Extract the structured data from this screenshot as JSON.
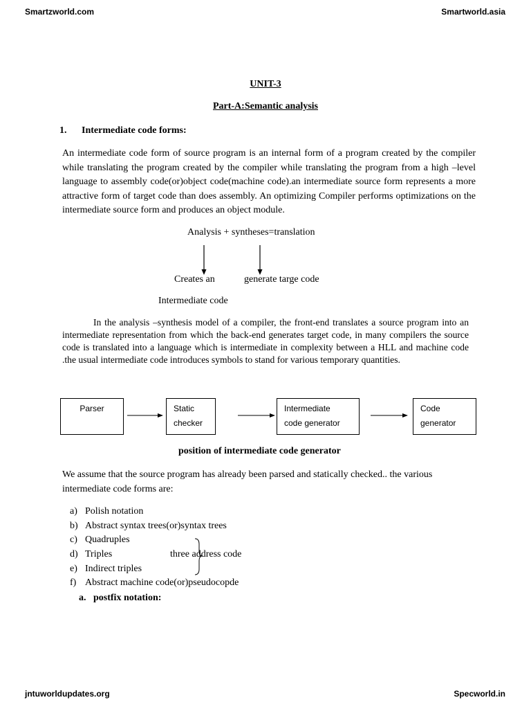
{
  "header": {
    "left": "Smartzworld.com",
    "right": "Smartworld.asia"
  },
  "footer": {
    "left": "jntuworldupdates.org",
    "right": "Specworld.in"
  },
  "unit": "UNIT-3",
  "part": "Part-A:Semantic analysis",
  "section1": {
    "number": "1.",
    "title": "Intermediate code forms:"
  },
  "para1": "An intermediate code form of source program is an internal form of a program created by the compiler while translating the program created by the compiler  while translating the program from a high –level language to assembly code(or)object code(machine code).an intermediate source form represents a more attractive form of target code than does assembly. An optimizing Compiler performs optimizations on the intermediate source form and produces an object module.",
  "analysis": {
    "equation": "Analysis + syntheses=translation",
    "left_label": "Creates an",
    "right_label": "generate targe code",
    "left_label2": "Intermediate code"
  },
  "para2": "In the analysis –synthesis model of a compiler, the front-end translates a source program into an intermediate representation from which the back-end generates target code, in many compilers the source code is translated into a language which is intermediate in complexity between a HLL and machine code .the usual intermediate code introduces symbols to stand for various temporary quantities.",
  "pipeline": {
    "boxes": [
      {
        "line1": "Parser",
        "line2": ""
      },
      {
        "line1": "Static",
        "line2": "checker"
      },
      {
        "line1": "Intermediate",
        "line2": "code generator"
      },
      {
        "line1": "Code",
        "line2": "generator"
      }
    ],
    "caption": "position of intermediate code generator"
  },
  "para3_line1": "We assume that the source program has already been parsed and statically checked.. the various",
  "para3_line2": "intermediate code forms are:",
  "forms": [
    {
      "label": "a)",
      "text": "Polish  notation"
    },
    {
      "label": "b)",
      "text": "Abstract syntax trees(or)syntax trees"
    },
    {
      "label": "c)",
      "text": "Quadruples"
    },
    {
      "label": "d)",
      "text": "Triples"
    },
    {
      "label": "e)",
      "text": "Indirect triples"
    },
    {
      "label": "f)",
      "text": "Abstract machine code(or)pseudocopde"
    }
  ],
  "brace_label": "three address code",
  "subsection": {
    "label": "a.",
    "title": "postfix notation:"
  }
}
